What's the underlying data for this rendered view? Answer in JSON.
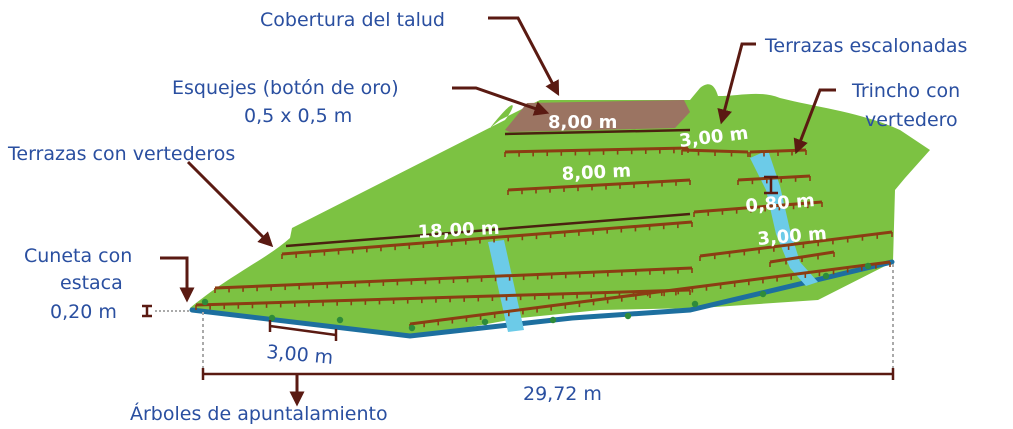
{
  "colors": {
    "slope_green": "#7cc242",
    "slope_shadow": "#6aad35",
    "soil_cover": "#9b7462",
    "terrace_brown": "#8b3d13",
    "arrow_dark": "#5a1a12",
    "water": "#6ccbe8",
    "base_line": "#1d6f9f",
    "label_blue": "#2a4fa0",
    "dimension_white": "#ffffff"
  },
  "labels": {
    "slope_cover": "Cobertura del talud",
    "stepped_terraces": "Terrazas escalonadas",
    "cuttings_line1": "Esquejes (botón de oro)",
    "cuttings_line2": "0,5 x 0,5 m",
    "weir_line1": "Trincho con",
    "weir_line2": "vertedero",
    "terraces_with_weirs": "Terrazas con vertederos",
    "ditch_line1": "Cuneta con",
    "ditch_line2": "estaca",
    "ditch_depth": "0,20 m",
    "support_trees": "Árboles de apuntalamiento"
  },
  "dimensions": {
    "top_terrace": "8,00 m",
    "stepped_terrace_top": "3,00 m",
    "second_terrace": "8,00 m",
    "long_terrace": "18,00 m",
    "step_height": "0,80 m",
    "stepped_terrace_bottom": "3,00 m",
    "tree_spacing": "3,00 m",
    "total_length": "29,72 m"
  }
}
